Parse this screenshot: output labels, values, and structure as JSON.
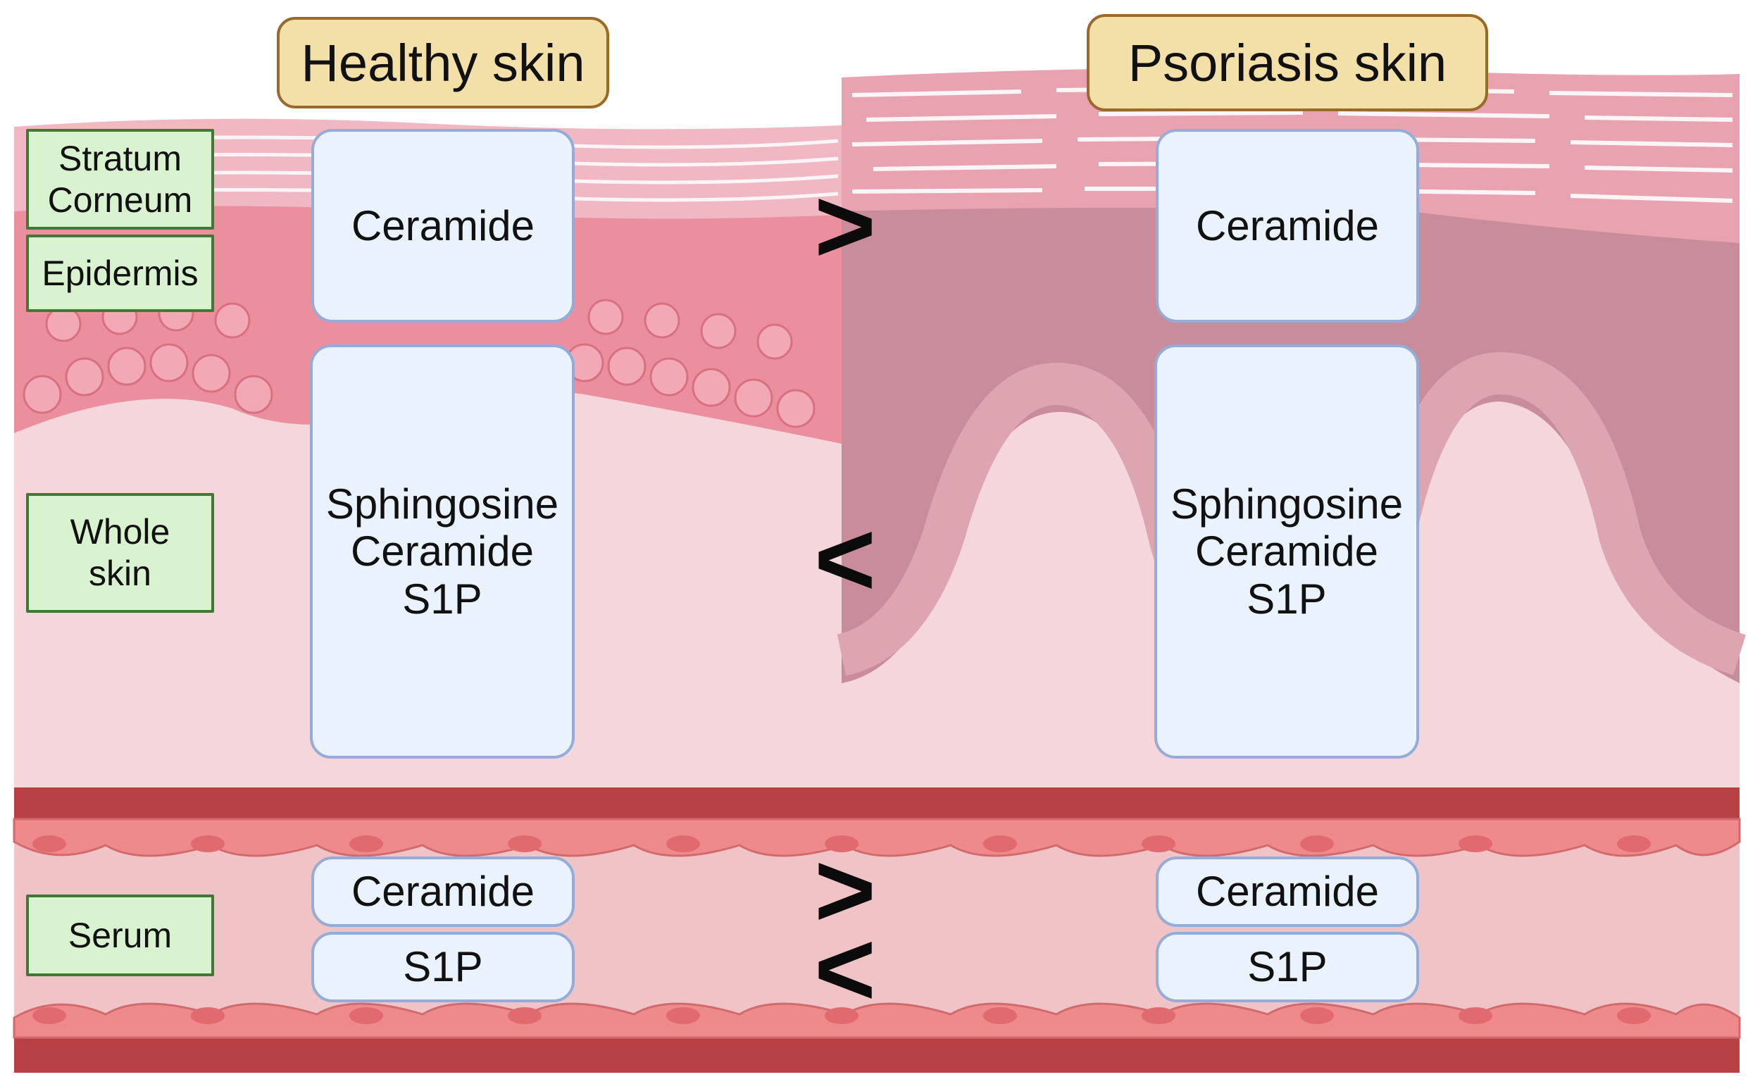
{
  "titles": {
    "healthy": "Healthy skin",
    "psoriasis": "Psoriasis skin"
  },
  "layer_labels": {
    "stratum_corneum": [
      "Stratum",
      "Corneum"
    ],
    "epidermis": "Epidermis",
    "whole_skin": [
      "Whole",
      "skin"
    ],
    "serum": "Serum"
  },
  "healthy": {
    "stratum_corneum": [
      "Ceramide"
    ],
    "whole_skin": [
      "Sphingosine",
      "Ceramide",
      "S1P"
    ],
    "serum_top": [
      "Ceramide"
    ],
    "serum_bottom": [
      "S1P"
    ]
  },
  "psoriasis": {
    "stratum_corneum": [
      "Ceramide"
    ],
    "whole_skin": [
      "Sphingosine",
      "Ceramide",
      "S1P"
    ],
    "serum_top": [
      "Ceramide"
    ],
    "serum_bottom": [
      "S1P"
    ]
  },
  "comparisons": {
    "stratum_corneum": ">",
    "whole_skin": "<",
    "serum_ceramide": ">",
    "serum_s1p": "<"
  },
  "colors": {
    "dermis": "#f5d6da",
    "epidermis_healthy": "#eb8f9f",
    "epidermis_psoriasis": "#c98c9a",
    "stratum": "#e9a2b0",
    "vessel_wall": "#b84146",
    "serum": "#f0c4c6",
    "endothelial": "#ef8a8c"
  }
}
